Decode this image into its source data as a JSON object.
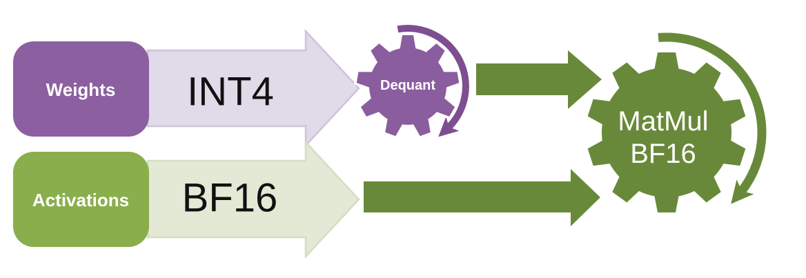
{
  "diagram": {
    "weights_box": {
      "label": "Weights"
    },
    "activations_box": {
      "label": "Activations"
    },
    "weights_arrow": {
      "label": "INT4"
    },
    "activations_arrow": {
      "label": "BF16"
    },
    "dequant_gear": {
      "label": "Dequant"
    },
    "matmul_gear": {
      "label_line1": "MatMul",
      "label_line2": "BF16"
    }
  },
  "colors": {
    "purple_box": "#8C5FA1",
    "purple_gear": "#8A5D9E",
    "purple_arc": "#7E4E91",
    "green_box": "#8AAE4C",
    "dark_green": "#69893A",
    "lavender_fill": "#E0DAE9",
    "lavender_border": "#CDC3DB",
    "light_green_fill": "#E3E9D5",
    "light_green_border": "#D4DEC2",
    "box_text": "#FFFFFF",
    "gear_text": "#FFFFFF",
    "flow_text": "#111111"
  }
}
